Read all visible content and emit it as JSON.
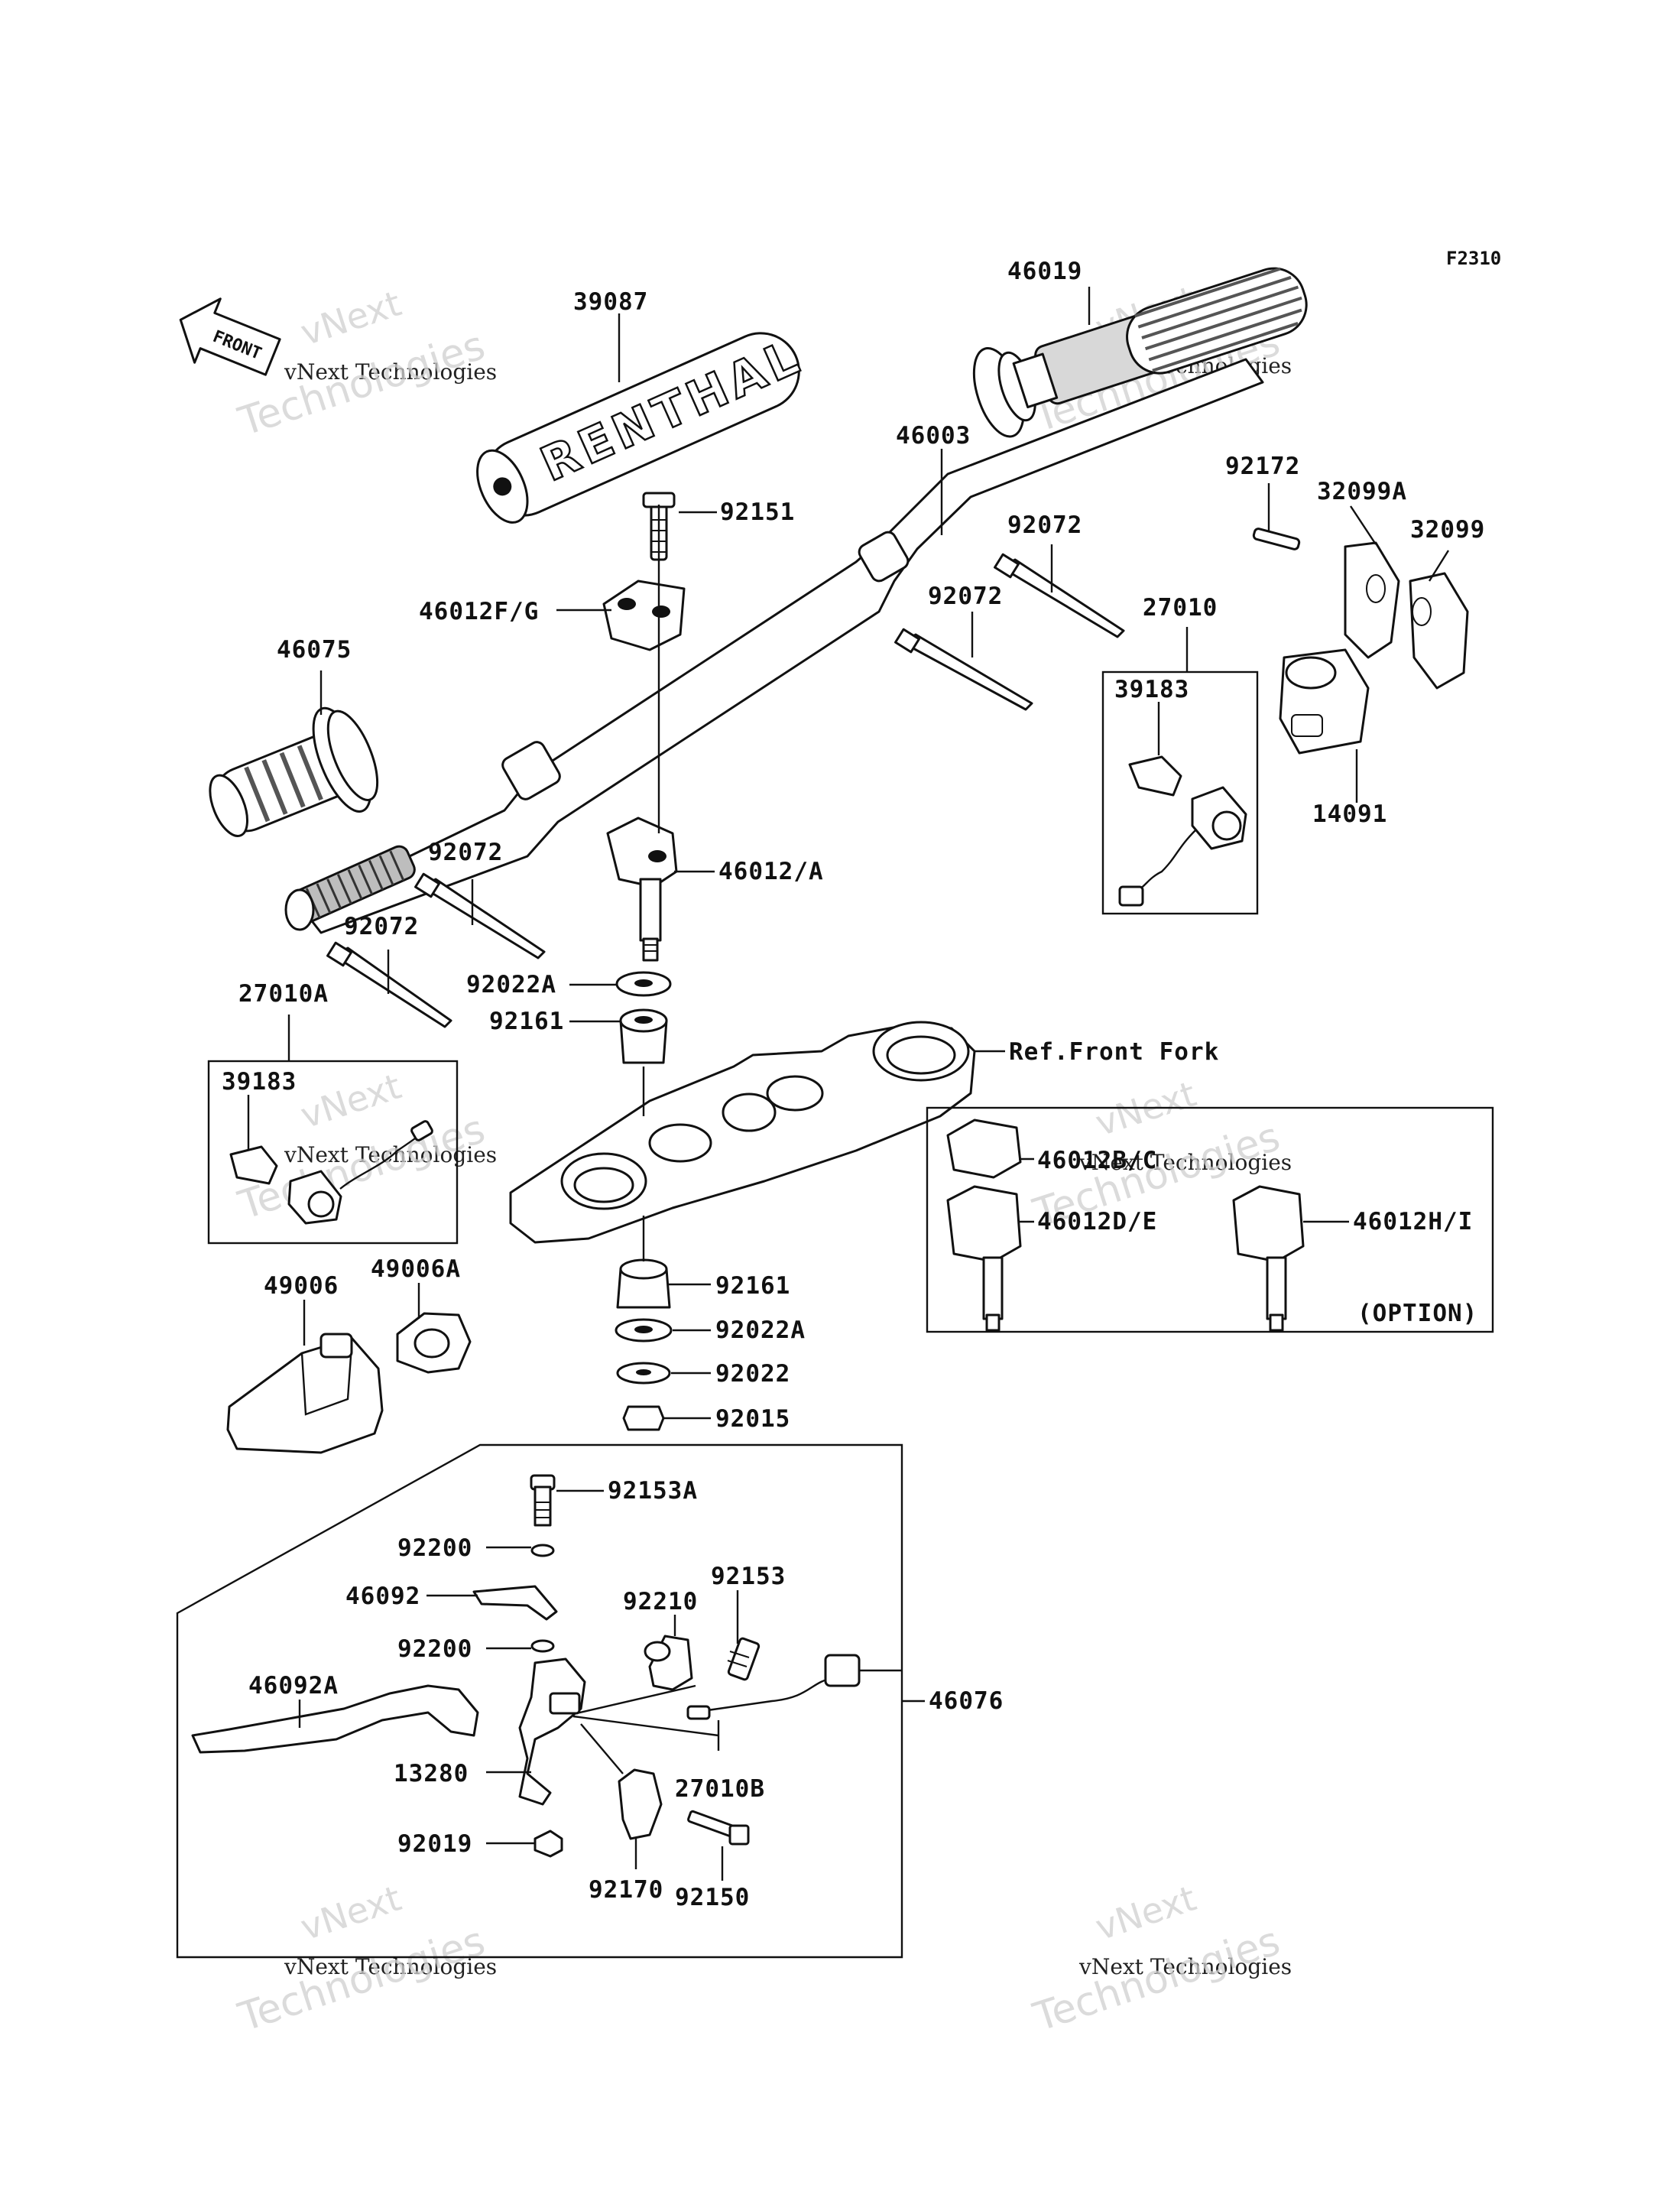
{
  "figure_code": "F2310",
  "front_marker": "FRONT",
  "grip_brand": "RENTHAL",
  "watermark_small": "vNext Technologies",
  "watermark_big_1": "vNext",
  "watermark_big_2": "Technologies",
  "labels": {
    "p39087": "39087",
    "p46019": "46019",
    "p46003": "46003",
    "p92151": "92151",
    "p46012fg": "46012F/G",
    "p92172": "92172",
    "p32099a": "32099A",
    "p32099": "32099",
    "p92072_a": "92072",
    "p92072_b": "92072",
    "p27010": "27010",
    "p39183_a": "39183",
    "p46075": "46075",
    "p14091": "14091",
    "p92072_c": "92072",
    "p46012a": "46012/A",
    "p92072_d": "92072",
    "p27010a": "27010A",
    "p92022a_a": "92022A",
    "p92161_a": "92161",
    "ref_front_fork": "Ref.Front Fork",
    "p39183_b": "39183",
    "p46012bc": "46012B/C",
    "p46012de": "46012D/E",
    "p46012hi": "46012H/I",
    "option": "(OPTION)",
    "p49006a": "49006A",
    "p49006": "49006",
    "p92161_b": "92161",
    "p92022a_b": "92022A",
    "p92022": "92022",
    "p92015": "92015",
    "p92153a": "92153A",
    "p92200_a": "92200",
    "p46092": "46092",
    "p92153": "92153",
    "p92210": "92210",
    "p92200_b": "92200",
    "p46092a": "46092A",
    "p46076": "46076",
    "p13280": "13280",
    "p27010b": "27010B",
    "p92019": "92019",
    "p92170": "92170",
    "p92150": "92150"
  }
}
